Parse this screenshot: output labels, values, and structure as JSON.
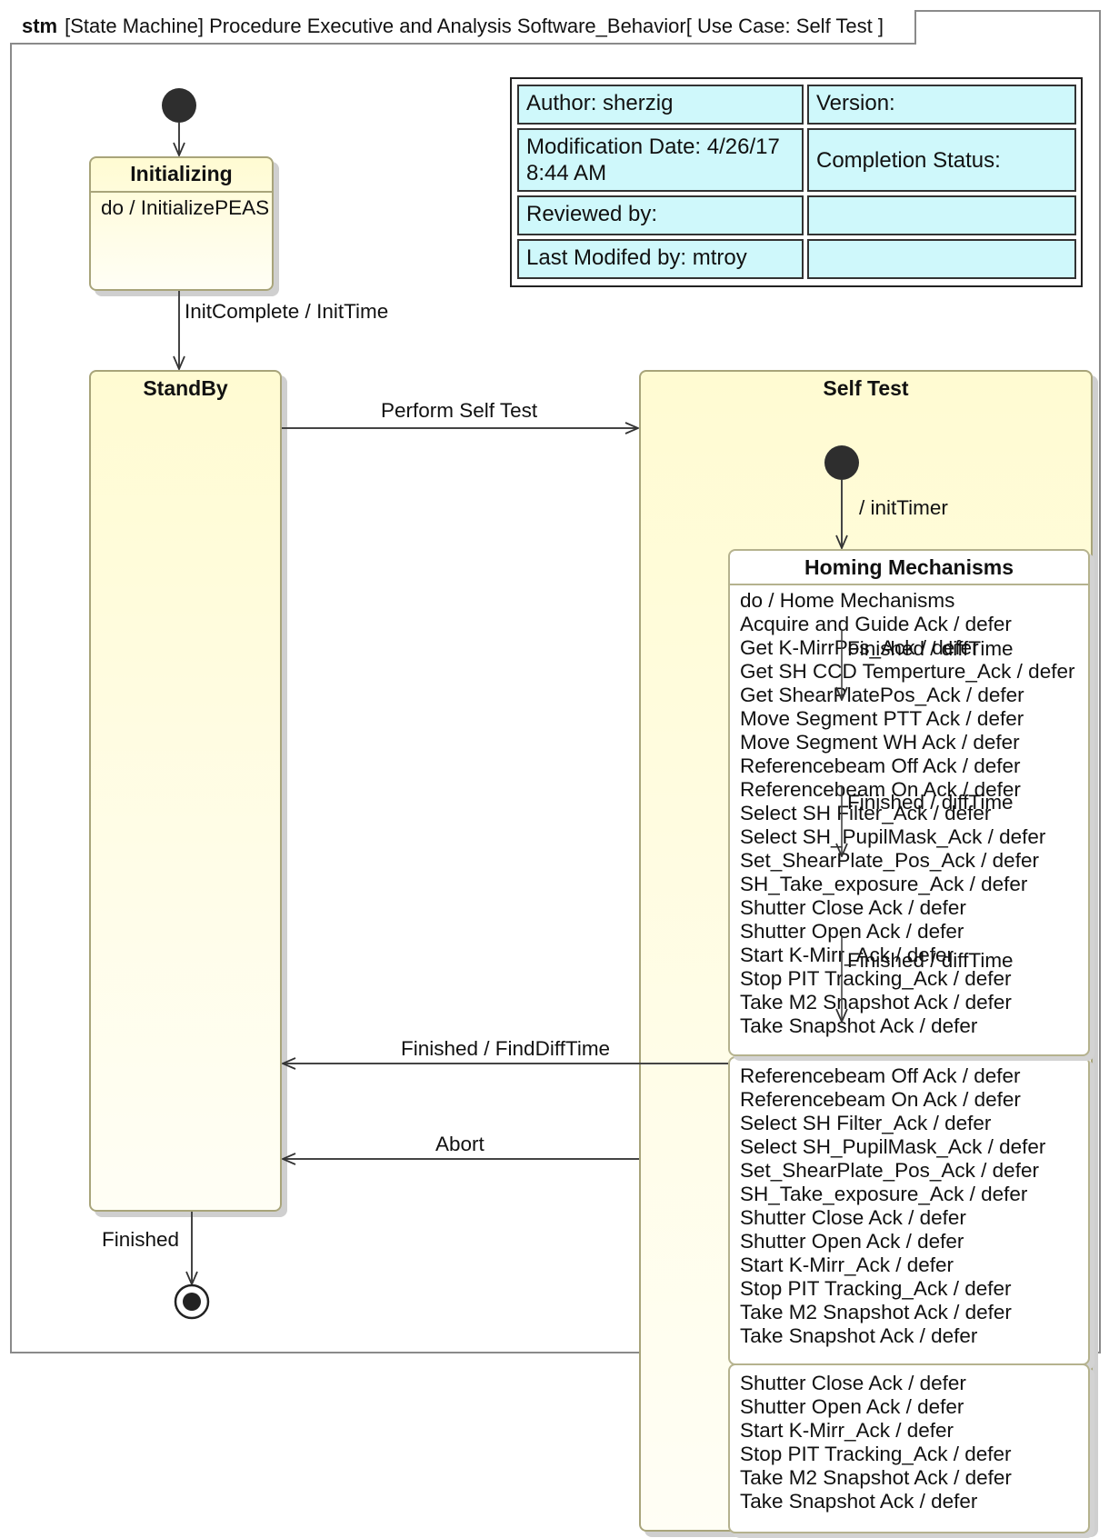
{
  "frame": {
    "keyword": "stm",
    "title": "[State Machine] Procedure Executive and Analysis Software_Behavior[ Use Case: Self Test ]"
  },
  "info": {
    "author": "Author: sherzig",
    "version": "Version:",
    "modification_date": "Modification Date: 4/26/17 8:44 AM",
    "completion_status": "Completion Status:",
    "reviewed_by": "Reviewed by:",
    "reviewed_value": "",
    "last_modified_by": "Last Modifed by: mtroy",
    "last_modified_value": ""
  },
  "states": {
    "initializing": {
      "name": "Initializing",
      "behavior": "do / InitializePEAS"
    },
    "standby": {
      "name": "StandBy"
    },
    "self_test": {
      "name": "Self Test"
    },
    "homing": {
      "name": "Homing Mechanisms",
      "lines": [
        "do / Home Mechanisms",
        "Acquire and Guide Ack  / defer",
        "Get K-MirrPos_Ack / defer",
        "Get SH CCD Temperture_Ack / defer",
        "Get ShearPlatePos_Ack / defer",
        "Move Segment PTT Ack / defer",
        "Move Segment WH Ack / defer",
        "Referencebeam Off Ack / defer",
        "Referencebeam On Ack / defer",
        "Select SH Filter_Ack / defer",
        "Select SH_PupilMask_Ack / defer",
        "Set_ShearPlate_Pos_Ack / defer",
        "SH_Take_exposure_Ack / defer",
        "Shutter Close Ack / defer",
        "Shutter Open Ack / defer",
        "Start K-Mirr_Ack / defer",
        "Stop PIT Tracking_Ack / defer",
        "Take M2 Snapshot Ack / defer",
        "Take Snapshot Ack / defer"
      ]
    },
    "overflow_a": {
      "lines": [
        "Referencebeam Off Ack / defer",
        "Referencebeam On Ack / defer",
        "Select SH Filter_Ack / defer",
        "Select SH_PupilMask_Ack / defer",
        "Set_ShearPlate_Pos_Ack / defer",
        "SH_Take_exposure_Ack / defer",
        "Shutter Close Ack / defer",
        "Shutter Open Ack / defer",
        "Start K-Mirr_Ack / defer",
        "Stop PIT Tracking_Ack / defer",
        "Take M2 Snapshot Ack / defer",
        "Take Snapshot Ack / defer"
      ]
    },
    "overflow_b": {
      "lines": [
        "Shutter Close Ack / defer",
        "Shutter Open Ack / defer",
        "Start K-Mirr_Ack / defer",
        "Stop PIT Tracking_Ack / defer",
        "Take M2 Snapshot Ack / defer",
        "Take Snapshot Ack / defer"
      ]
    }
  },
  "transitions": {
    "init_complete": "InitComplete / InitTime",
    "perform_self_test": "Perform Self Test",
    "init_timer": "/ initTimer",
    "finished_diff_1": "Finished / diffTime",
    "finished_diff_2": "Finished / diffTime",
    "finished_diff_3": "Finished / diffTime",
    "finished_find": "Finished / FindDiffTime",
    "abort": "Abort",
    "finished": "Finished"
  }
}
